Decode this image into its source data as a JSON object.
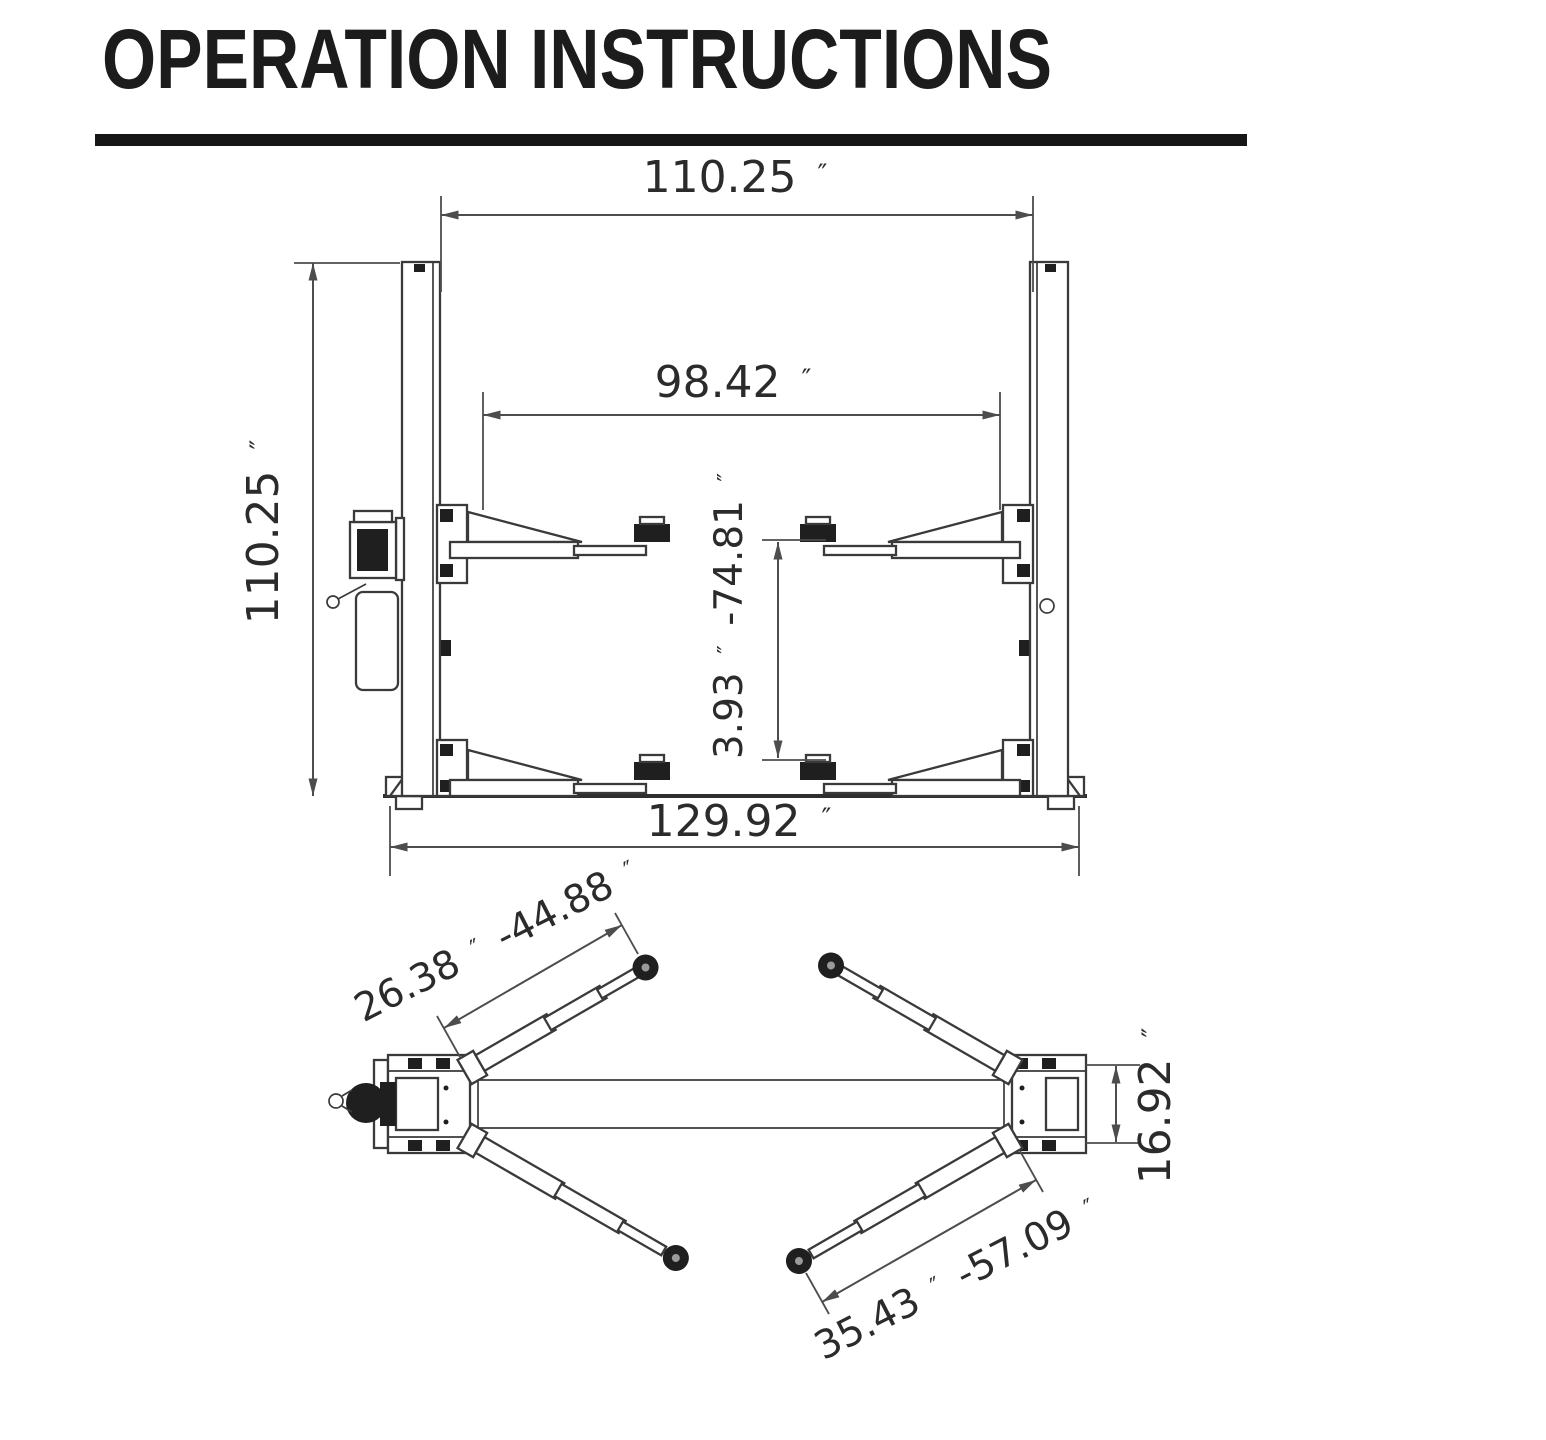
{
  "page": {
    "title": "OPERATION INSTRUCTIONS"
  },
  "colors": {
    "ink": "#3a3a3a",
    "dimension_lines": "#4d4d4d",
    "text": "#2b2b2b",
    "background": "#ffffff"
  },
  "front_view": {
    "overall_width": {
      "value": "110.25",
      "unit": "″"
    },
    "inner_width": {
      "value": "98.42",
      "unit": "″"
    },
    "column_height": {
      "value": "110.25",
      "unit": "″"
    },
    "lift_height_range": {
      "min": "3.93",
      "min_unit": "″",
      "max": "-74.81",
      "max_unit": "″"
    },
    "base_width": {
      "value": "129.92",
      "unit": "″"
    }
  },
  "plan_view": {
    "front_arm_reach": {
      "min": "26.38",
      "min_unit": "″",
      "max": "-44.88",
      "max_unit": "″"
    },
    "rear_arm_reach": {
      "min": "35.43",
      "min_unit": "″",
      "max": "-57.09",
      "max_unit": "″"
    },
    "base_plate_depth": {
      "value": "16.92",
      "unit": "″"
    }
  }
}
